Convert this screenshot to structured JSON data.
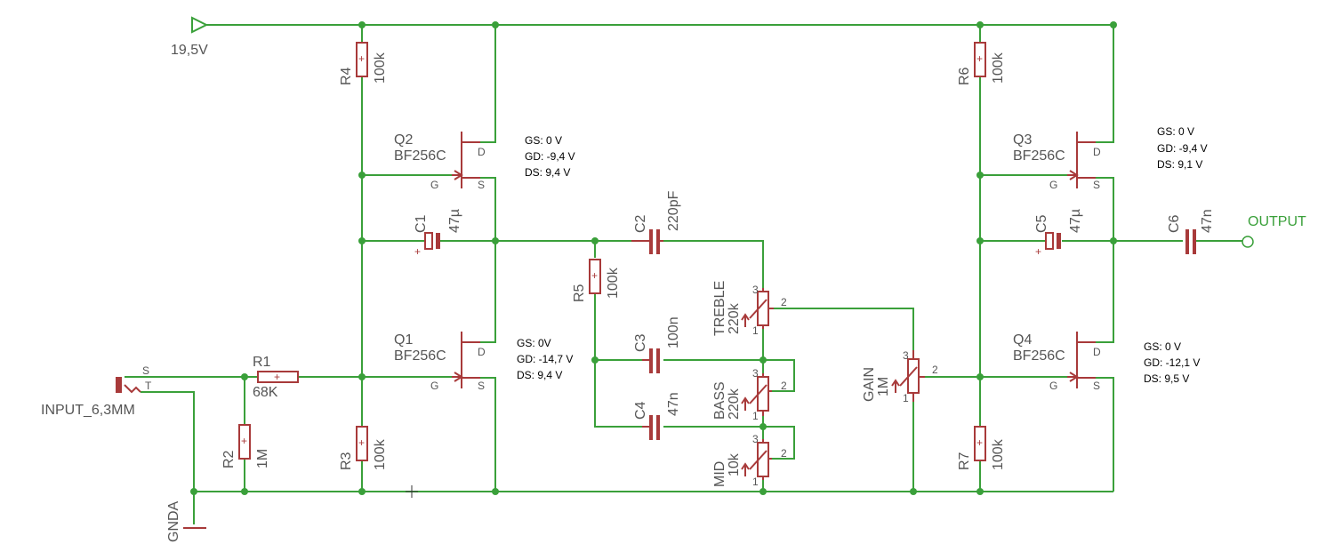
{
  "supply": {
    "label": "19,5V"
  },
  "ground": {
    "label": "GNDA"
  },
  "input": {
    "label": "INPUT_6,3MM",
    "pin_s": "S",
    "pin_t": "T"
  },
  "output": {
    "label": "OUTPUT"
  },
  "resistors": [
    {
      "name": "R1",
      "value": "68K"
    },
    {
      "name": "R2",
      "value": "1M"
    },
    {
      "name": "R3",
      "value": "100k"
    },
    {
      "name": "R4",
      "value": "100k"
    },
    {
      "name": "R5",
      "value": "100k"
    },
    {
      "name": "R6",
      "value": "100k"
    },
    {
      "name": "R7",
      "value": "100k"
    }
  ],
  "capacitors": [
    {
      "name": "C1",
      "value": "47µ"
    },
    {
      "name": "C2",
      "value": "220pF"
    },
    {
      "name": "C3",
      "value": "100n"
    },
    {
      "name": "C4",
      "value": "47n"
    },
    {
      "name": "C5",
      "value": "47µ"
    },
    {
      "name": "C6",
      "value": "47n"
    }
  ],
  "pots": [
    {
      "name": "TREBLE",
      "value": "220k"
    },
    {
      "name": "BASS",
      "value": "220k"
    },
    {
      "name": "MID",
      "value": "10k"
    },
    {
      "name": "GAIN",
      "value": "1M"
    }
  ],
  "pot_pins": {
    "p1": "1",
    "p2": "2",
    "p3": "3"
  },
  "transistors": [
    {
      "name": "Q1",
      "model": "BF256C"
    },
    {
      "name": "Q2",
      "model": "BF256C"
    },
    {
      "name": "Q3",
      "model": "BF256C"
    },
    {
      "name": "Q4",
      "model": "BF256C"
    }
  ],
  "fet_pins": {
    "d": "D",
    "g": "G",
    "s": "S"
  },
  "notes": {
    "q2": [
      "GS: 0 V",
      "GD: -9,4 V",
      "DS: 9,4 V"
    ],
    "q1": [
      "GS: 0V",
      "GD: -14,7 V",
      "DS: 9,4 V"
    ],
    "q3": [
      "GS: 0 V",
      "GD: -9,4 V",
      "DS: 9,1 V"
    ],
    "q4": [
      "GS: 0 V",
      "GD: -12,1 V",
      "DS: 9,5 V"
    ]
  },
  "colors": {
    "wire": "#3aa03a",
    "part": "#a83a3a",
    "text": "#555555"
  }
}
